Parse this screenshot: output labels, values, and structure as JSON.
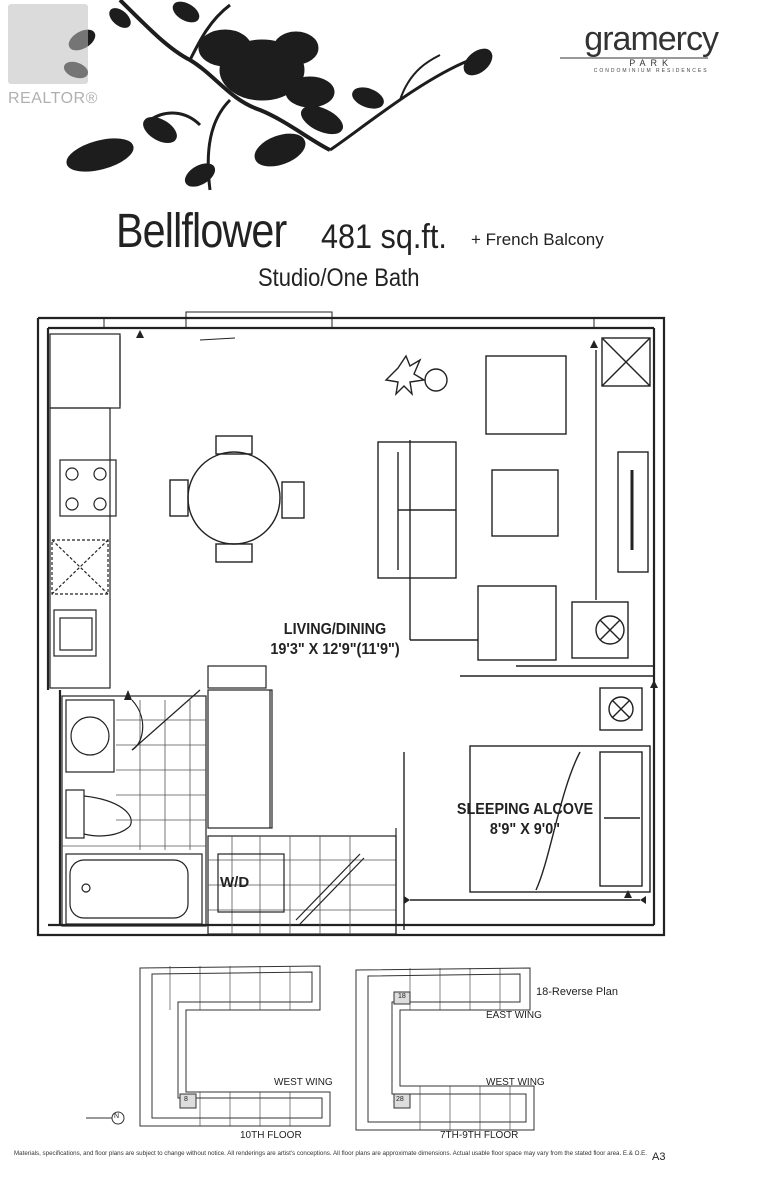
{
  "watermark": {
    "label": "REALTOR®"
  },
  "brand": {
    "name": "gramercy",
    "line2": "PARK",
    "line3": "CONDOMINIUM RESIDENCES"
  },
  "plan": {
    "name": "Bellflower",
    "area": "481 sq.ft.",
    "extra": "+ French Balcony",
    "type": "Studio/One Bath"
  },
  "rooms": {
    "living": {
      "name": "LIVING/DINING",
      "dims": "19'3\" X 12'9\"(11'9\")"
    },
    "alcove": {
      "name": "SLEEPING ALCOVE",
      "dims": "8'9\" X 9'0\""
    },
    "laundry": "W/D"
  },
  "key_plans": {
    "left": {
      "wing": "WEST WING",
      "unit": "8",
      "floor": "10TH FLOOR",
      "compass": "N"
    },
    "right": {
      "wing_top": "EAST WING",
      "wing_bottom": "WEST WING",
      "unit_top": "18",
      "unit_bottom": "28",
      "floor": "7TH-9TH FLOOR",
      "note": "18-Reverse Plan"
    }
  },
  "footer": {
    "disclaimer": "Materials, specifications, and floor plans are subject to change without notice. All renderings are artist's conceptions. All floor plans are approximate dimensions. Actual usable floor space may vary from the stated floor area. E.& O.E.",
    "page": "A3"
  }
}
